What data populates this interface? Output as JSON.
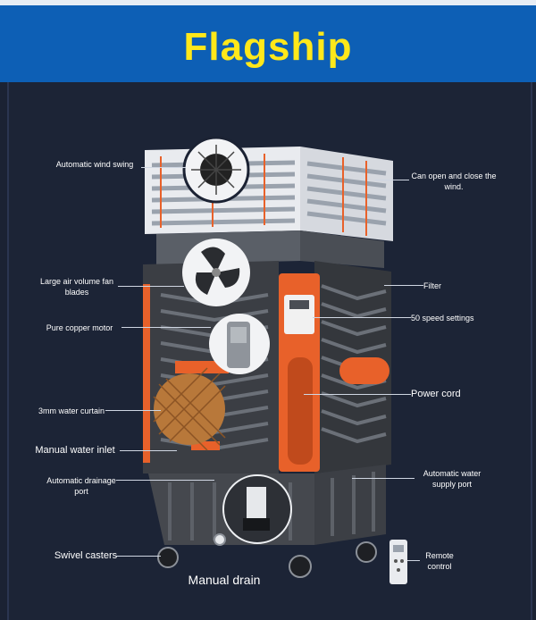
{
  "title": "Flagship",
  "labels": {
    "wind_swing": "Automatic wind swing",
    "open_close": "Can open and close the wind.",
    "fan_blades": "Large air volume fan blades",
    "filter": "Filter",
    "copper_motor": "Pure copper motor",
    "speed_settings": "50 speed settings",
    "power_cord": "Power cord",
    "water_curtain": "3mm water curtain",
    "water_inlet": "Manual water inlet",
    "drainage_port": "Automatic drainage port",
    "supply_port": "Automatic water supply port",
    "casters": "Swivel casters",
    "remote": "Remote control",
    "manual_drain": "Manual drain"
  },
  "colors": {
    "header_bg": "#0d5fb5",
    "title": "#ffe81a",
    "background": "#1b2233",
    "accent_orange": "#e8612a"
  }
}
